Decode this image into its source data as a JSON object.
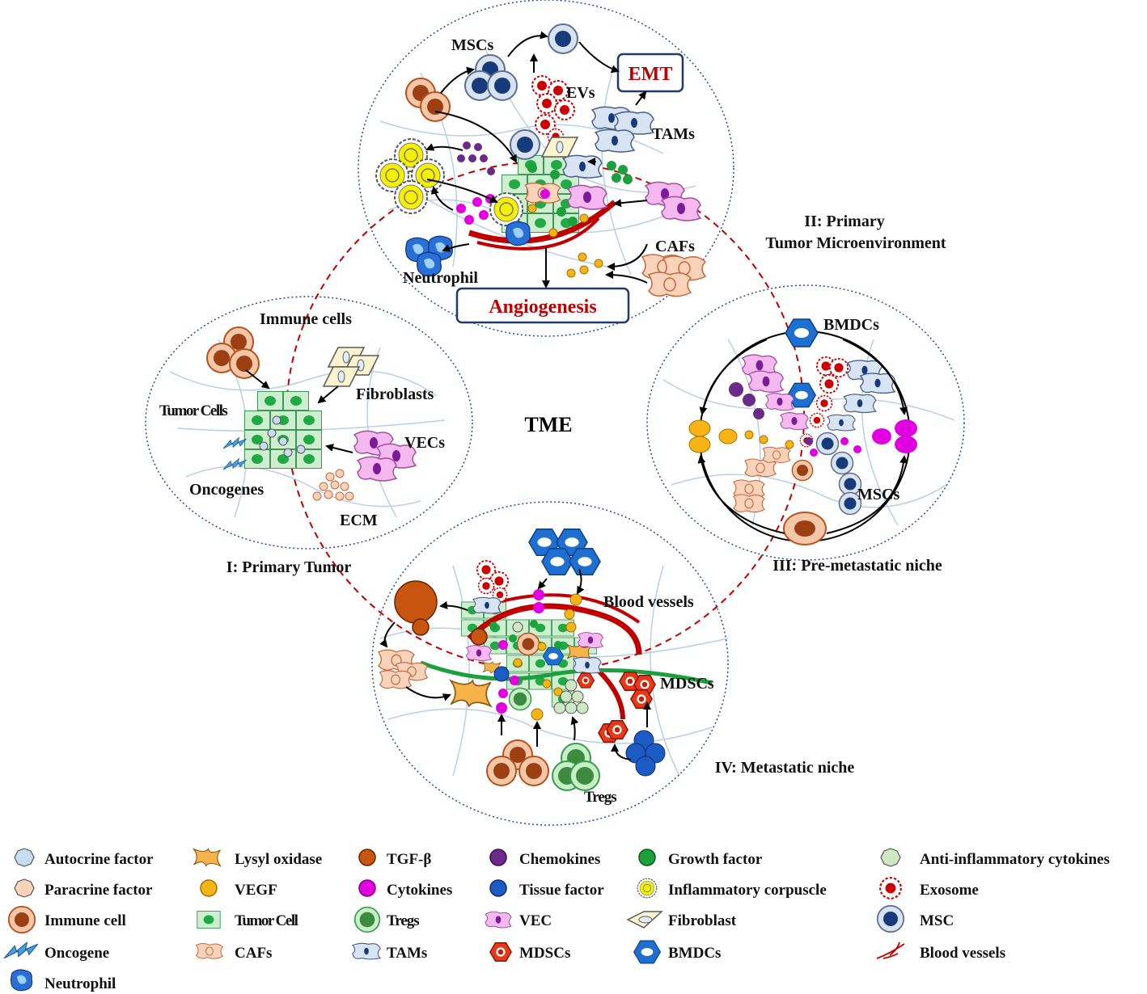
{
  "colors": {
    "tumor_fill": "#cfeecf",
    "tumor_nucleus": "#1faa46",
    "immune_outer": "#f4c7a8",
    "immune_inner": "#9c3f12",
    "vec_fill": "#f5b8ef",
    "vec_nucleus": "#7a1c9a",
    "caf_fill": "#fbd3bb",
    "tam_fill": "#d8e3f3",
    "msc_fill": "#173a7a",
    "exosome": "#cc0000",
    "inflammatory": "#f5f000",
    "vegf": "#f7b515",
    "cytokines": "#e000e0",
    "chemokines": "#6b2a8a",
    "growth_factor": "#1aa03c",
    "tgf_beta": "#c7540f",
    "tissue_factor": "#1b5cc4",
    "blood_vessel": "#c00000",
    "bmdc": "#1e6fd0",
    "mdsc": "#c42000",
    "dashed_circle": "#c00000",
    "box_border": "#1f3a6b"
  },
  "center": {
    "title": "TME"
  },
  "panel1": {
    "title": "I: Primary Tumor",
    "labels": {
      "immune": "Immune cells",
      "fibroblasts": "Fibroblasts",
      "tumor_cells": "Tumor Cells",
      "vecs": "VECs",
      "oncogenes": "Oncogenes",
      "ecm": "ECM"
    }
  },
  "panel2": {
    "title_line1": "II: Primary",
    "title_line2": "Tumor Microenvironment",
    "labels": {
      "mscs": "MSCs",
      "evs": "EVs",
      "tams": "TAMs",
      "cafs": "CAFs",
      "neutrophil": "Neutrophil",
      "emt": "EMT",
      "angiogenesis": "Angiogenesis"
    }
  },
  "panel3": {
    "title": "III: Pre-metastatic niche",
    "labels": {
      "bmdcs": "BMDCs",
      "mscs": "MSCs"
    }
  },
  "panel4": {
    "title": "IV: Metastatic niche",
    "labels": {
      "blood_vessels": "Blood vessels",
      "mdscs": "MDSCs",
      "tregs": "Tregs"
    }
  },
  "legend": [
    {
      "icon": "autocrine-factor-icon",
      "label": "Autocrine factor"
    },
    {
      "icon": "lysyl-oxidase-icon",
      "label": "Lysyl oxidase"
    },
    {
      "icon": "tgf-beta-icon",
      "label": "TGF-β"
    },
    {
      "icon": "chemokines-icon",
      "label": "Chemokines"
    },
    {
      "icon": "growth-factor-icon",
      "label": "Growth factor"
    },
    {
      "icon": "anti-inflammatory-cytokines-icon",
      "label": "Anti-inflammatory cytokines"
    },
    {
      "icon": "paracrine-factor-icon",
      "label": "Paracrine factor"
    },
    {
      "icon": "vegf-icon",
      "label": "VEGF"
    },
    {
      "icon": "cytokines-icon",
      "label": "Cytokines"
    },
    {
      "icon": "tissue-factor-icon",
      "label": "Tissue factor"
    },
    {
      "icon": "inflammatory-corpuscle-icon",
      "label": "Inflammatory corpuscle"
    },
    {
      "icon": "exosome-icon",
      "label": "Exosome"
    },
    {
      "icon": "immune-cell-icon",
      "label": "Immune cell"
    },
    {
      "icon": "tumor-cell-icon",
      "label": "Tumor Cell"
    },
    {
      "icon": "tregs-icon",
      "label": "Tregs"
    },
    {
      "icon": "vec-icon",
      "label": "VEC"
    },
    {
      "icon": "fibroblast-icon",
      "label": "Fibroblast"
    },
    {
      "icon": "msc-icon",
      "label": "MSC"
    },
    {
      "icon": "oncogene-icon",
      "label": "Oncogene"
    },
    {
      "icon": "cafs-icon",
      "label": "CAFs"
    },
    {
      "icon": "tams-icon",
      "label": "TAMs"
    },
    {
      "icon": "mdscs-icon",
      "label": "MDSCs"
    },
    {
      "icon": "bmdcs-icon",
      "label": "BMDCs"
    },
    {
      "icon": "blood-vessels-icon",
      "label": "Blood vessels"
    },
    {
      "icon": "neutrophil-icon",
      "label": "Neutrophil"
    }
  ]
}
